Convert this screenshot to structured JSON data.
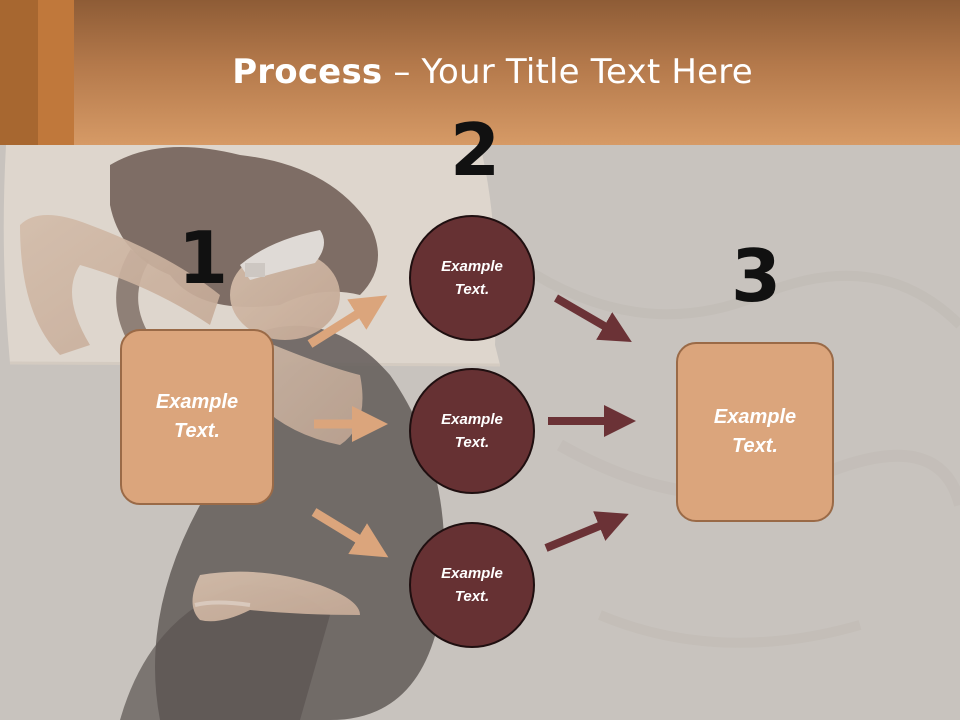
{
  "title": {
    "bold": "Process",
    "rest": " – Your Title Text Here"
  },
  "steps": {
    "one": {
      "number": "1",
      "text": "Example Text."
    },
    "two": {
      "number": "2",
      "items": [
        "Example Text.",
        "Example Text.",
        "Example Text."
      ]
    },
    "three": {
      "number": "3",
      "text": "Example Text."
    }
  },
  "colors": {
    "header": "#c98a55",
    "box_fill": "#dba57c",
    "circle_fill": "#663133",
    "arrow_light": "#dba57c",
    "arrow_dark": "#6b3236"
  },
  "background_image": "woman-sleeping-with-eye-mask"
}
